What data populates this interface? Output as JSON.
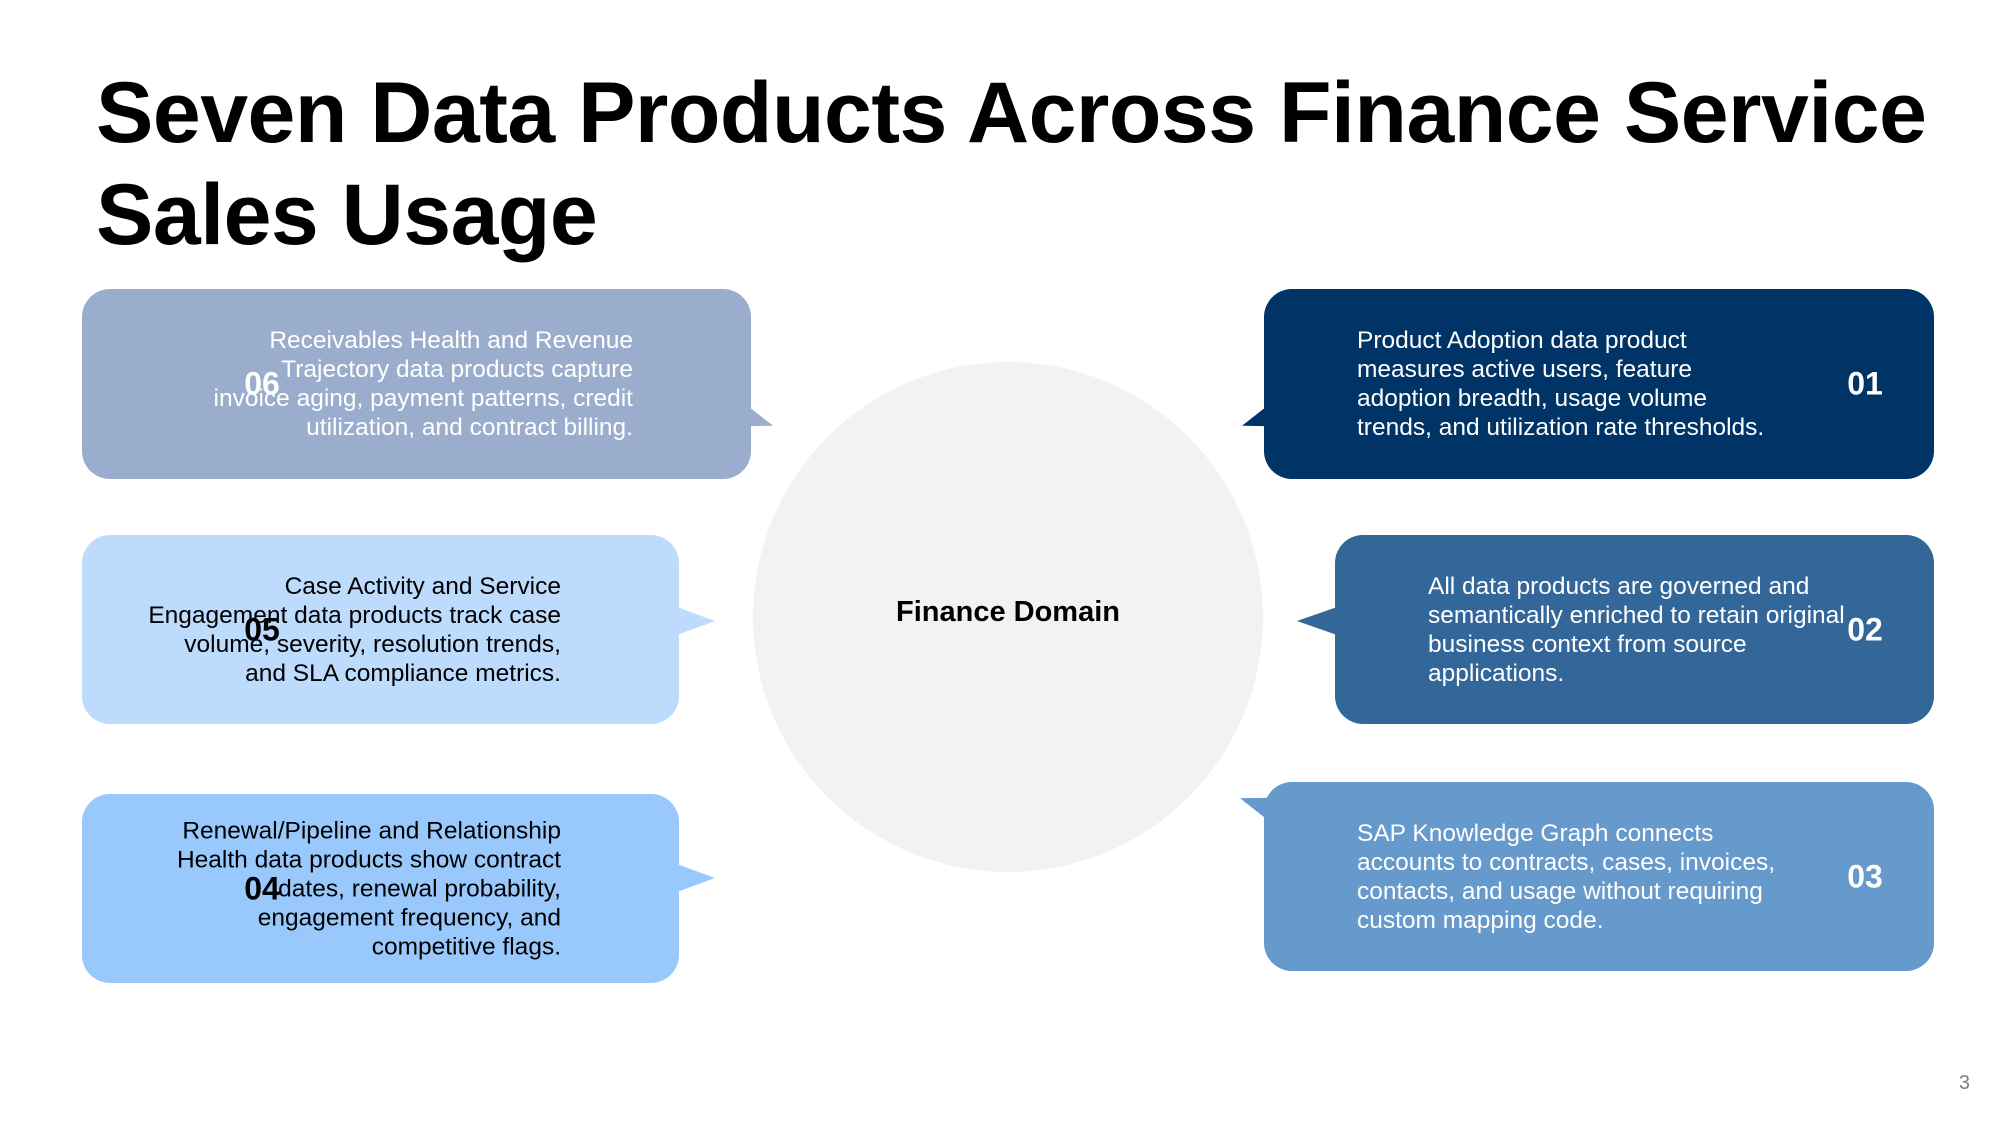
{
  "title": "Seven Data Products Across Finance Service Sales Usage",
  "center": {
    "label": "Finance Domain"
  },
  "callouts": {
    "c06": {
      "number": "06",
      "text": "Receivables Health and Revenue Trajectory data products capture invoice aging, payment patterns, credit utilization, and contract billing."
    },
    "c05": {
      "number": "05",
      "text": "Case Activity and Service Engagement data products track case volume, severity, resolution trends, and SLA compliance metrics."
    },
    "c04": {
      "number": "04",
      "text": "Renewal/Pipeline and Relationship Health data products show contract dates, renewal probability, engagement frequency, and competitive flags."
    },
    "c01": {
      "number": "01",
      "text": "Product Adoption data product measures active users, feature adoption breadth, usage volume trends, and utilization rate thresholds."
    },
    "c02": {
      "number": "02",
      "text": "All data products are governed and semantically enriched to retain original business context from source applications."
    },
    "c03": {
      "number": "03",
      "text": "SAP Knowledge Graph connects accounts to contracts, cases, invoices, contacts, and usage without requiring custom mapping code."
    }
  },
  "colors": {
    "c06": "#9aadcc",
    "c05": "#bddbfd",
    "c04": "#99c9fc",
    "c01": "#003467",
    "c02": "#336699",
    "c03": "#6699cc",
    "center": "#f2f2f2"
  },
  "page_number": "3"
}
